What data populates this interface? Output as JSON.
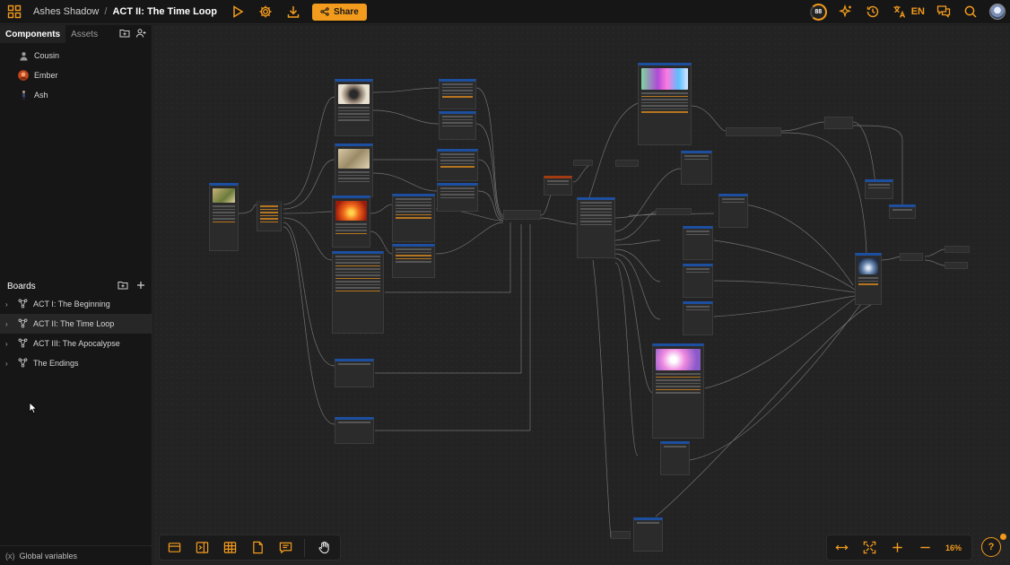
{
  "header": {
    "project": "Ashes Shadow",
    "separator": "/",
    "board": "ACT II: The Time Loop",
    "share_label": "Share",
    "credits": "88",
    "language": "EN"
  },
  "sidebar": {
    "tabs": [
      {
        "label": "Components"
      },
      {
        "label": "Assets"
      }
    ],
    "components": [
      {
        "label": "Cousin",
        "icon": "person-silhouette-icon"
      },
      {
        "label": "Ember",
        "icon": "avatar-icon"
      },
      {
        "label": "Ash",
        "icon": "character-icon"
      }
    ],
    "boards_title": "Boards",
    "boards": [
      {
        "label": "ACT I: The Beginning"
      },
      {
        "label": "ACT II: The Time Loop"
      },
      {
        "label": "ACT III: The Apocalypse"
      },
      {
        "label": "The Endings"
      }
    ],
    "global_variables": "Global variables"
  },
  "canvas": {
    "zoom": "16%"
  },
  "colors": {
    "accent": "#f29b1d",
    "node_header": "#1d4fa0",
    "background": "#232323"
  }
}
